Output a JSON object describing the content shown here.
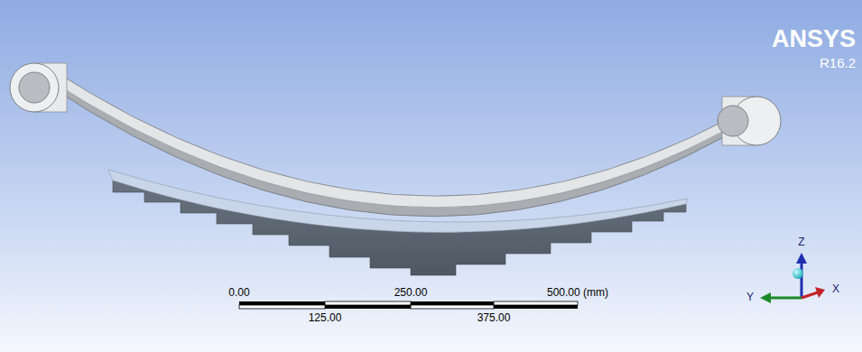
{
  "diagram": {
    "labels": [
      "ANSYS",
      "R16.2",
      "0.00",
      "250.00",
      "500.00 (mm)",
      "125.00",
      "375.00",
      "Z",
      "Y",
      "X"
    ]
  }
}
